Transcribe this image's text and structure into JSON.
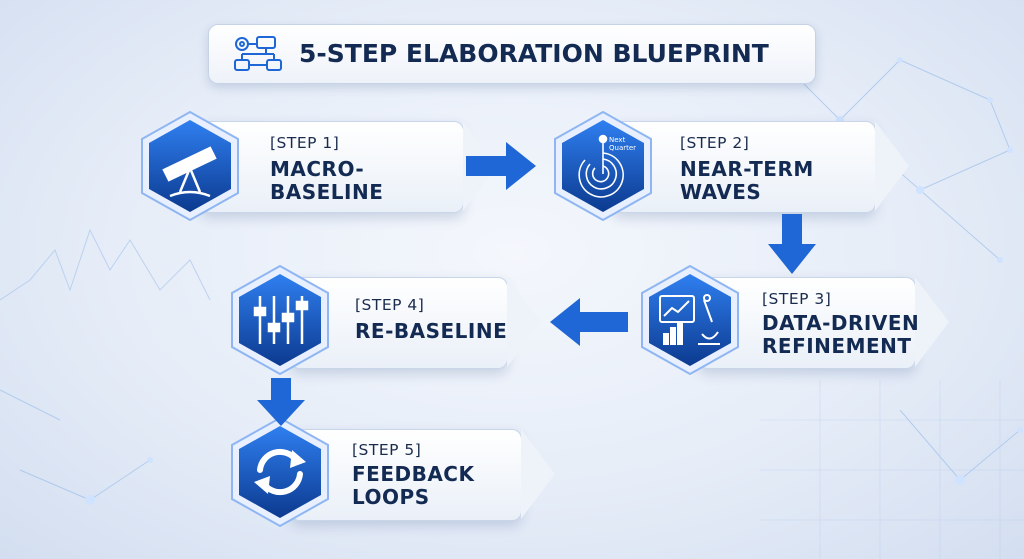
{
  "title": "5-STEP ELABORATION BLUEPRINT",
  "steps": [
    {
      "label": "[STEP 1]",
      "title_line1": "MACRO-",
      "title_line2": "BASELINE",
      "icon": "telescope-icon"
    },
    {
      "label": "[STEP 2]",
      "title_line1": "NEAR-TERM",
      "title_line2": "WAVES",
      "icon": "radar-waves-icon",
      "icon_text_line1": "Next",
      "icon_text_line2": "Quarter"
    },
    {
      "label": "[STEP 3]",
      "title_line1": "DATA-DRIVEN",
      "title_line2": "REFINEMENT",
      "icon": "chart-microscope-icon"
    },
    {
      "label": "[STEP 4]",
      "title_line1": "RE-BASELINE",
      "icon": "sliders-icon"
    },
    {
      "label": "[STEP 5]",
      "title_line1": "FEEDBACK",
      "title_line2": "LOOPS",
      "icon": "refresh-loop-icon"
    }
  ],
  "colors": {
    "accent": "#1f66d6",
    "hex_dark": "#0d3a8c",
    "title_text": "#132a52"
  }
}
